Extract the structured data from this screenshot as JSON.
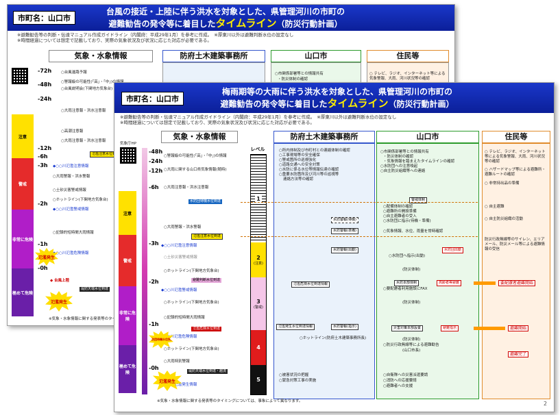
{
  "back_page": {
    "town": "市町名：山口市",
    "title_line1": "台風の接近・上陸に伴う洪水を対象とした、県管理河川の市町の",
    "title_line2_prefix": "避難勧告の発令等に着目した",
    "title_highlight": "タイムライン",
    "title_suffix": "（防災行動計画）",
    "note1": "※避難勧告等の判断・伝達マニュアル作成ガイドライン（内閣府：平成29年1月）を参考に作成。　※厚東川以外は避難判断水位の設定なし",
    "note2": "※時間経過については想定で記載しており、実際の気象状況及び状況に応じた対応が必要である。",
    "columns": [
      "気象・水象情報",
      "防府土木建築事務所",
      "山口市",
      "住民等"
    ],
    "times": [
      "-72h",
      "-48h",
      "-24h",
      "-12h",
      "-6h",
      "-3h",
      "-2h",
      "-1h",
      "-0h"
    ],
    "stage_labels": [
      "注意",
      "警戒",
      "非常に危険",
      "極めて危険"
    ],
    "items_weather": [
      "○台風進路予報",
      "○警報級の可能性(「高」・「中」)の情報",
      "○台風説明会(下関地方気象台)",
      "○大雨注意報・洪水注意報",
      "○高潮注意報",
      "○大雨注意報・洪水注意報",
      "○大雨警報・洪水警報",
      "○土砂災害警戒情報",
      "○ホットライン(下関地方気象台)",
      "○記録的短時間大雨情報"
    ],
    "tags": [
      "氾濫注意水位到達",
      "◆○○川氾濫注意情報",
      "◆○○川氾濫警戒情報",
      "◆○○川氾濫危険情報",
      "◆○○川氾濫発生情報",
      "◆ 台風上陸",
      "堤防天端水位到達"
    ],
    "items_city": [
      "○市関係部署等との情報共有",
      "・防災体制の確認"
    ],
    "items_resident": [
      "○ テレビ、ラジオ、インターネット等による気象警報、大雨、河川状況等の確認"
    ],
    "bottom_note": "※気象・水象情報に関する発表等のタイミングについては、事象によって異なります。",
    "burst": "氾濫発生"
  },
  "front_page": {
    "town": "市町名：山口市",
    "title_line1": "梅雨期等の大雨に伴う洪水を対象とした、県管理河川の市町の",
    "title_line2_prefix": "避難勧告の発令等に着目した",
    "title_highlight": "タイムライン",
    "title_suffix": "（防災行動計画）",
    "note1": "※避難勧告等の判断・伝達マニュアル作成ガイドライン（内閣府：平成29年1月）を参考に作成。　※厚東川以外は避難判断水位の設定なし",
    "note2": "※時間経過については想定で記載しており、実際の気象状況及び状況に応じた対応が必要である。",
    "columns": [
      "気象・水象情報",
      "防府土木建築事務所",
      "山口市",
      "住民等"
    ],
    "level_header": "レベル",
    "levels": [
      "1",
      "2",
      "3",
      "4",
      "5"
    ],
    "level_names": [
      "",
      "(注意)",
      "(警戒)",
      "",
      ""
    ],
    "times": [
      "-48h",
      "-24h",
      "-12h",
      "-6h",
      "-3h",
      "-2h",
      "-1h",
      "-0h"
    ],
    "qr_label": "気象庁HP",
    "stage_labels": [
      "注意",
      "警戒",
      "非常に危険",
      "極めて危険"
    ],
    "weather_items": [
      "○警報級の可能性(「高」・「中」)の情報",
      "○大雨に関する山口県気象情報(随時)",
      "○大雨注意報・洪水注意報",
      "○大雨警報・洪水警報",
      "○土砂災害警戒情報",
      "○ホットライン(下関地方気象台)",
      "○ホットライン(下関地方気象台)",
      "○記録的短時間大雨情報",
      "○ホットライン(下関地方気象台)",
      "○大雨特別警報"
    ],
    "water_tags": [
      "水防団待機水位到達",
      "氾濫注意水位到達",
      "避難判断水位到達",
      "氾濫危険水位到達",
      "堤防天端水位到達・越流"
    ],
    "flood_info": [
      "◆○○川氾濫注意情報",
      "◆○○川氾濫警戒情報",
      "◆○○川氾濫危険情報",
      "◆○○川氾濫発生情報"
    ],
    "doboku_items": [
      "○所内体制及び市町村との連絡体制の確認",
      "○工事現場等の安全確保",
      "○警戒箇所の巡視強化",
      "○道路交通への安全対策",
      "○水防に係る水位等情報伝達の確認",
      "○重要水防箇所及び河川等の巡視等",
      "連絡方法等の確認"
    ],
    "doboku_tags": [
      "水防警報(待機)",
      "水防警報(準備)",
      "水防警報(出動)",
      "水防警報(指示)",
      "氾濫危険水位到達情報",
      "氾濫発生水位到達情報"
    ],
    "doboku_bottom": [
      "○被害状況の把握",
      "○緊急対策工事の実施"
    ],
    "hotline": "○ホットライン(防府土木建築事務所長)",
    "city_items": [
      "○市関係部署等との情報共有",
      "・防災体制の確認",
      "・気象情報を踏まえたタイムラインの確認",
      "○水防団への注意喚起",
      "○自主防災組織等への連絡"
    ],
    "city_tags": [
      "警戒体制",
      "水防団招集",
      "水防本部体制",
      "災害対策本部設置"
    ],
    "city_lines": [
      "○配備体制の確認",
      "○避難所の開設準備",
      "○自主避難者の受入",
      "○水防団に指示(待機・準備)",
      "○気象情報、水位、雨量を常時確認",
      "(防災体制)",
      "○水防団へ指示(出動)",
      "○要配慮者利用施設にFAX",
      "(防災体制)",
      "○防災行政無線等による避難勧告",
      "(山口市長)",
      "(防災体制)",
      "○市長判断",
      "○消防団への避難誘導"
    ],
    "city_red": [
      "水防団出動",
      "高齢者等避難",
      "避難勧告",
      "避難指示"
    ],
    "city_bottom": [
      "○自衛隊への災害派遣要請",
      "○消防への応援要請",
      "○避難者への支援"
    ],
    "resident_items": [
      "○ テレビ、ラジオ、インターネット等による気象警報、大雨、河川状況等の確認",
      "○ ハザードマップ等による避難所・避難ルートの確認",
      "○ 非常持出品の準備",
      "○ 自主避難",
      "○ 自主防災組織の活動"
    ],
    "resident_boxes": [
      "要配慮者避難開始",
      "避難開始",
      "避難完了"
    ],
    "resident_note": "防災行政無線等のサイレン、エリアメール、防災メール等による避難情報の受信",
    "bursts": [
      "氾濫発生",
      "水防団待機水位到達"
    ],
    "bottom_note": "※気象・水象情報に関する発表等のタイミングについては、事象によって異なります。",
    "page_number": "2"
  },
  "colors": {
    "header_blue": "#1a37c9",
    "title_yellow": "#ffee00",
    "weather_col": "#f3f3f3",
    "doboku_col": "#eaf2fb",
    "city_col": "#eaf8ea",
    "resident_col": "#fff1e3",
    "warning_red": "#d00000"
  }
}
